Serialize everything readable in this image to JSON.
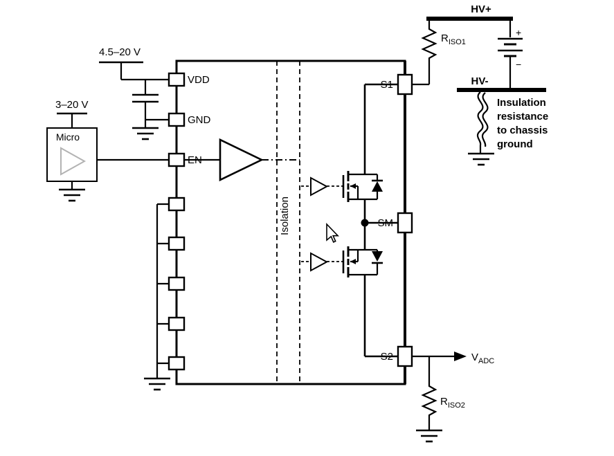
{
  "diagram": {
    "supplies": {
      "vdd_range": "4.5–20 V",
      "micro_range": "3–20 V"
    },
    "micro": {
      "label": "Micro"
    },
    "ic": {
      "pins": {
        "vdd": "VDD",
        "gnd": "GND",
        "en": "EN",
        "s1": "S1",
        "sm": "SM",
        "s2": "S2"
      },
      "isolation_label": "Isolation"
    },
    "hv": {
      "plus": "HV+",
      "minus": "HV-",
      "battery_plus": "+",
      "battery_minus": "−"
    },
    "resistors": {
      "riso1": {
        "main": "R",
        "sub": "ISO1"
      },
      "riso2": {
        "main": "R",
        "sub": "ISO2"
      }
    },
    "vadc": {
      "main": "V",
      "sub": "ADC"
    },
    "insulation_note": {
      "lines": [
        "Insulation",
        "resistance",
        "to chassis",
        "ground"
      ]
    }
  }
}
